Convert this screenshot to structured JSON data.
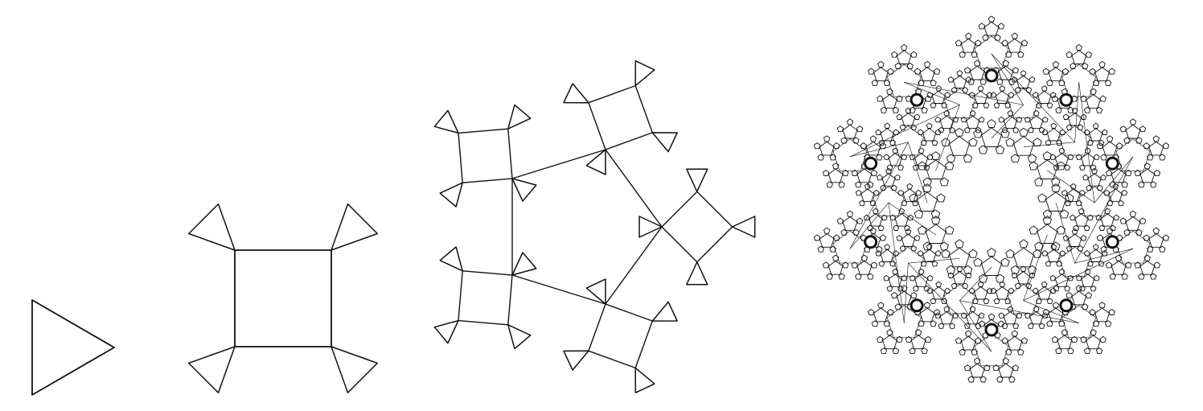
{
  "figure": {
    "panels": [
      {
        "id": "stage-0",
        "description_level": 0
      },
      {
        "id": "stage-1",
        "description_level": 1
      },
      {
        "id": "stage-2",
        "description_level": 2
      },
      {
        "id": "stage-n",
        "description_level": 6
      }
    ],
    "stroke_color": "#111111",
    "background_color": "#ffffff"
  }
}
